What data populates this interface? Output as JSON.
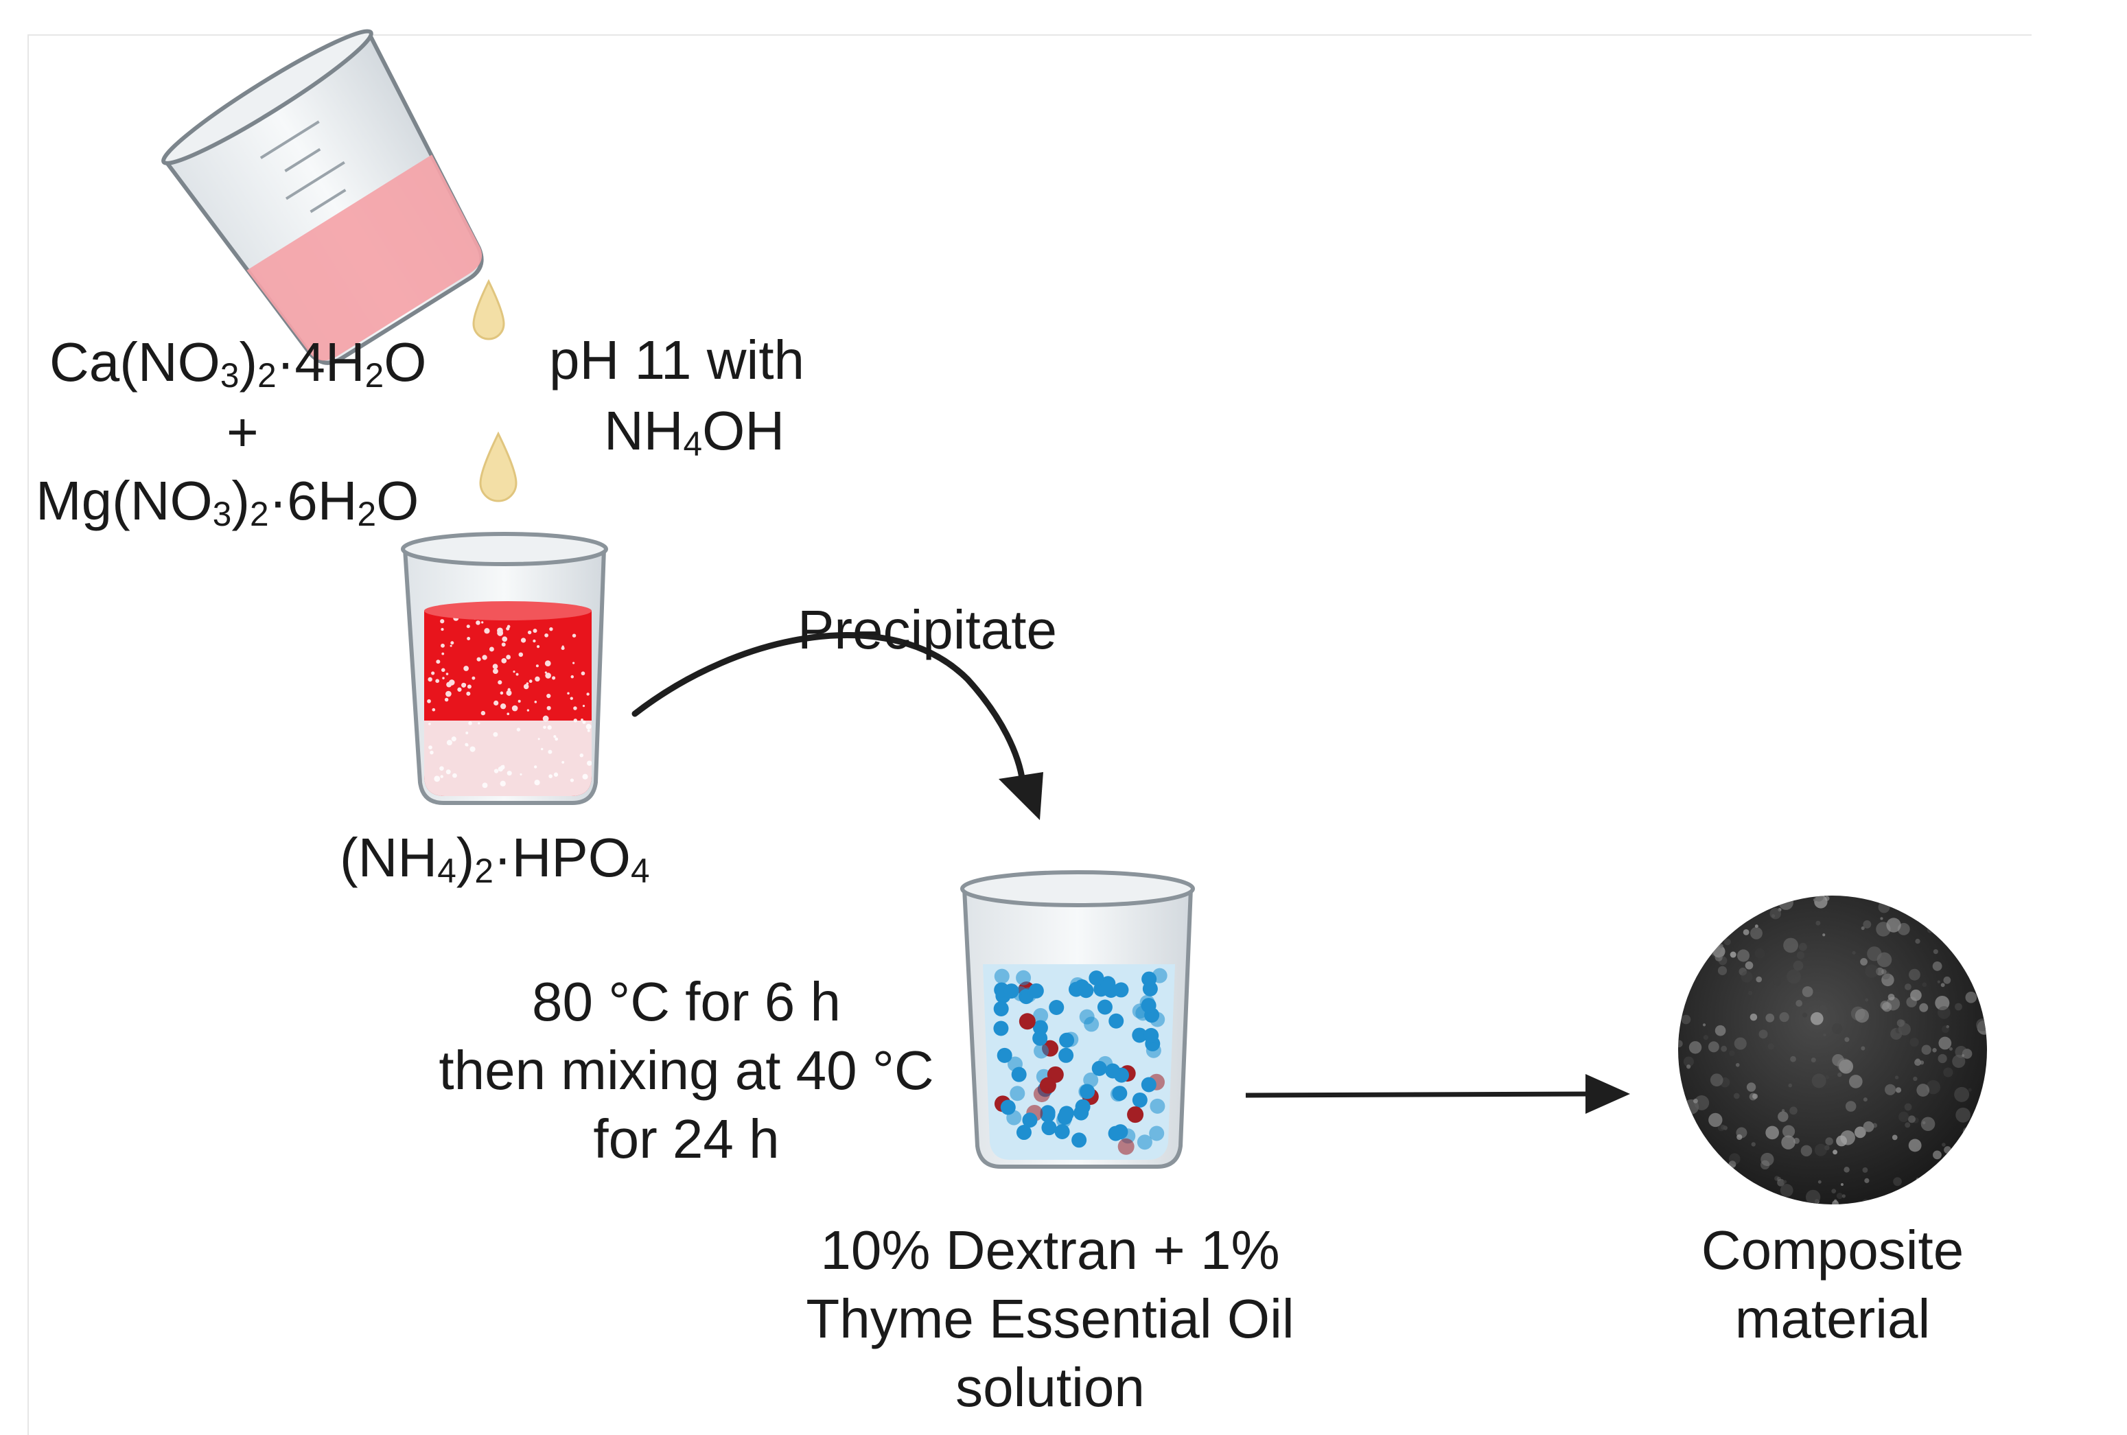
{
  "labels": {
    "reagent_ca": {
      "pre": "Ca(NO",
      "sub1": "3",
      "mid": ")",
      "sub2": "2",
      "post": "·4H",
      "sub3": "2",
      "end": "O"
    },
    "plus": "+",
    "reagent_mg": {
      "pre": "Mg(NO",
      "sub1": "3",
      "mid": ")",
      "sub2": "2",
      "post": "·6H",
      "sub3": "2",
      "end": "O"
    },
    "ph_line1": "pH 11  with",
    "ph_line2": {
      "pre": "NH",
      "sub1": "4",
      "post": "OH"
    },
    "precipitate": "Precipitate",
    "phosphate": {
      "pre": "(NH",
      "sub1": "4",
      "mid": ")",
      "sub2": "2",
      "post": "·HPO",
      "sub3": "4"
    },
    "conditions": [
      "80 °C for 6 h",
      "then mixing at 40 °C",
      "for 24 h"
    ],
    "solution": [
      "10% Dextran + 1%",
      "Thyme Essential Oil",
      "solution"
    ],
    "product": [
      "Composite",
      "material"
    ]
  },
  "colors": {
    "pink_liquid": "#f4a3a8",
    "red_liquid": "#e8141c",
    "droplet": "#f3dfa6",
    "blue_particle": "#1f8fd0",
    "red_particle": "#a31f24",
    "arrow": "#1e1e1e",
    "composite": "#2a2a2a"
  },
  "icons": [
    "pouring-beaker-icon",
    "droplet-icon",
    "red-solution-beaker-icon",
    "particle-beaker-icon",
    "composite-disc-icon"
  ]
}
